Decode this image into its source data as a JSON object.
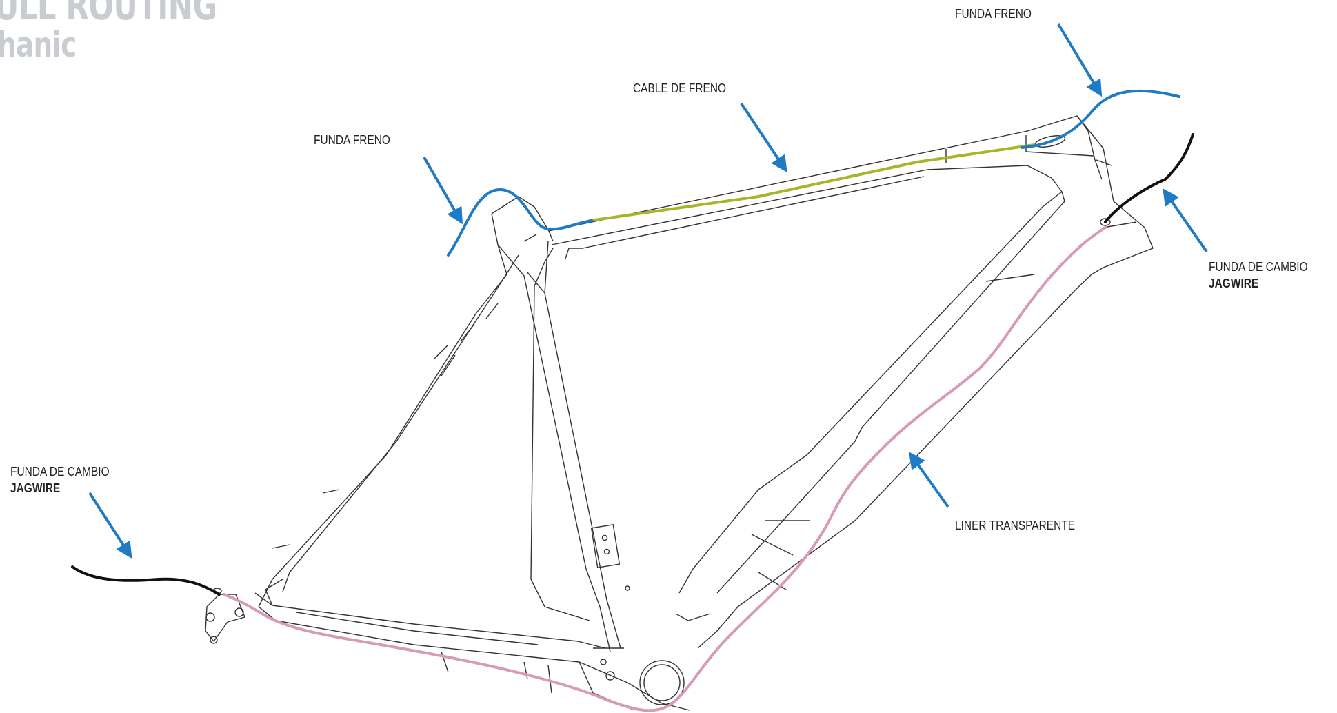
{
  "title": {
    "line1": "ULL ROUTING",
    "line2": "hanic"
  },
  "labels": {
    "funda_freno_top": "FUNDA FRENO",
    "cable_de_freno": "CABLE DE FRENO",
    "funda_freno_left": "FUNDA FRENO",
    "funda_cambio_right": "FUNDA DE CAMBIO",
    "funda_cambio_right_brand": "JAGWIRE",
    "funda_cambio_left": "FUNDA DE CAMBIO",
    "funda_cambio_left_brand": "JAGWIRE",
    "liner_transparente": "LINER TRANSPARENTE"
  },
  "colors": {
    "arrow": "#1f7cc4",
    "brake_housing": "#1f7cc4",
    "brake_cable": "#a8b52a",
    "shift_housing": "#111111",
    "liner": "#d79ab7",
    "frame_line": "#333333",
    "title": "#c9cdd2"
  }
}
